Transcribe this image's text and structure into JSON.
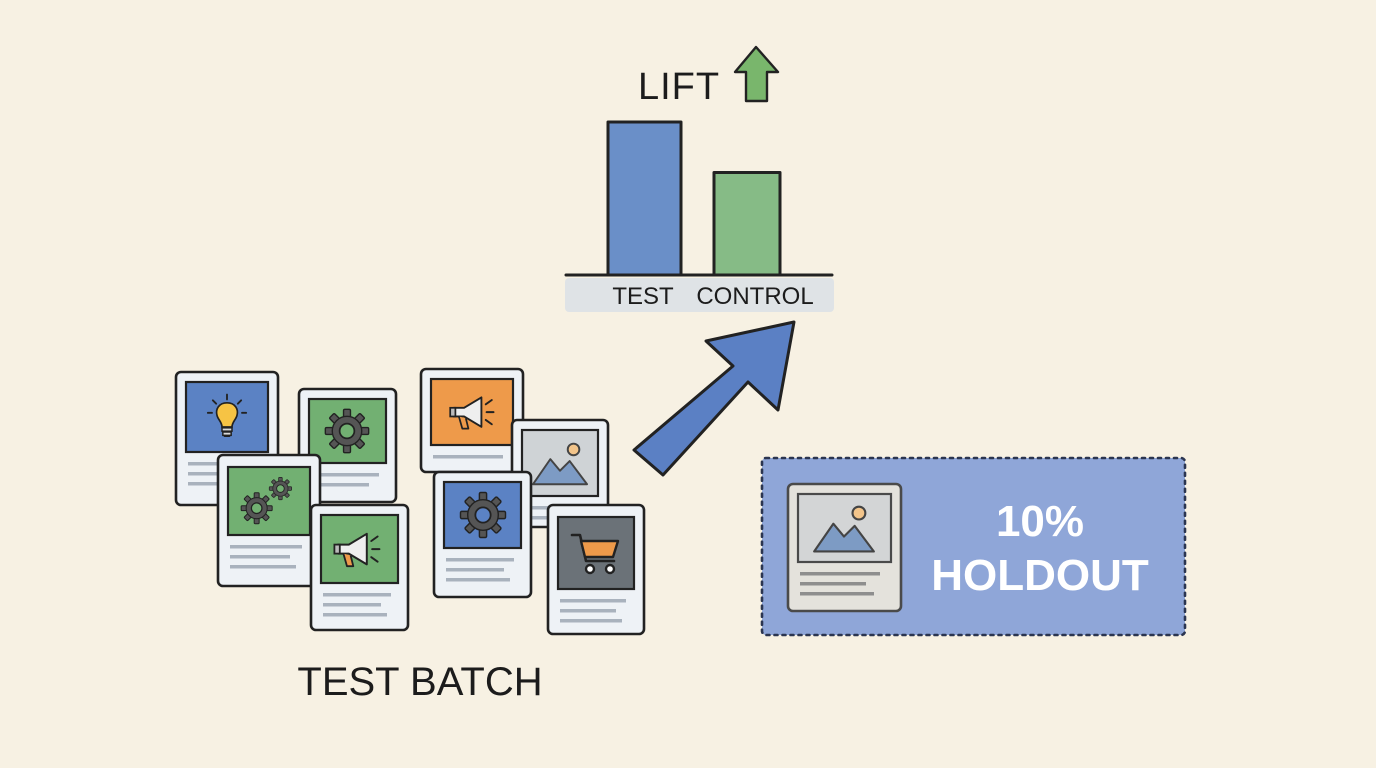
{
  "chart": {
    "title": "LIFT",
    "categories": [
      "TEST",
      "CONTROL"
    ]
  },
  "chart_data": {
    "type": "bar",
    "title": "LIFT",
    "categories": [
      "TEST",
      "CONTROL"
    ],
    "values": [
      1.0,
      0.67
    ],
    "xlabel": "",
    "ylabel": "",
    "grid": false
  },
  "batch": {
    "label": "TEST BATCH",
    "cards": [
      {
        "icon": "lightbulb-icon",
        "color": "#5b82c4"
      },
      {
        "icon": "gear-icon",
        "color": "#72b072"
      },
      {
        "icon": "megaphone-icon",
        "color": "#ee9a4a"
      },
      {
        "icon": "landscape-image-icon",
        "color": "#cfd3d6"
      },
      {
        "icon": "gears-icon",
        "color": "#72b072"
      },
      {
        "icon": "megaphone-icon",
        "color": "#72b072"
      },
      {
        "icon": "gear-icon",
        "color": "#5b82c4"
      },
      {
        "icon": "shopping-cart-icon",
        "color": "#6b7278"
      }
    ]
  },
  "holdout": {
    "line1": "10%",
    "line2": "HOLDOUT",
    "color": "#8fa6d8",
    "card_icon": "landscape-image-icon"
  },
  "colors": {
    "background": "#f7f1e3",
    "test_bar": "#6a8fc8",
    "control_bar": "#86bb86",
    "arrow": "#5b80c4",
    "lift_arrow": "#79b66c"
  }
}
